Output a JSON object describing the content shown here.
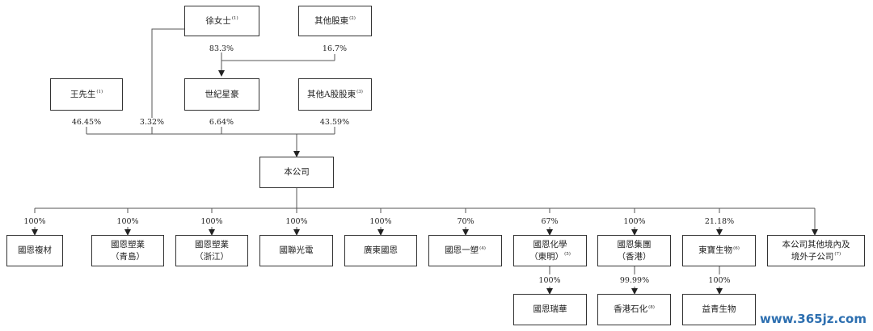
{
  "nodes": {
    "xu": {
      "label": "徐女士",
      "note": "(1)"
    },
    "other_sh": {
      "label": "其他股東",
      "note": "(2)"
    },
    "wang": {
      "label": "王先生",
      "note": "(1)"
    },
    "shiji": {
      "label": "世紀星豪",
      "note": ""
    },
    "other_a": {
      "label": "其他A股股東",
      "note": "(3)"
    },
    "company": {
      "label": "本公司",
      "note": ""
    },
    "s1": {
      "label": "國恩複材",
      "note": ""
    },
    "s2": {
      "label": "國恩塑業",
      "label2": "（青島）",
      "note": ""
    },
    "s3": {
      "label": "國恩塑業",
      "label2": "（浙江）",
      "note": ""
    },
    "s4": {
      "label": "國聯光電",
      "note": ""
    },
    "s5": {
      "label": "廣東國恩",
      "note": ""
    },
    "s6": {
      "label": "國恩一塑",
      "note": "(4)"
    },
    "s7": {
      "label": "國恩化學",
      "label2": "（東明）",
      "note": "(5)"
    },
    "s8": {
      "label": "國恩集團",
      "label2": "（香港）",
      "note": ""
    },
    "s9": {
      "label": "東寶生物",
      "note": "(6)"
    },
    "s10": {
      "label": "本公司其他境內及",
      "label2": "境外子公司",
      "note": "(7)"
    },
    "g1": {
      "label": "國恩瑞華",
      "note": ""
    },
    "g2": {
      "label": "香港石化",
      "note": "(8)"
    },
    "g3": {
      "label": "益青生物",
      "note": ""
    }
  },
  "percentages": {
    "xu_shiji": "83.3%",
    "other_shiji": "16.7%",
    "wang_co": "46.45%",
    "xu_co": "3.32%",
    "shiji_co": "6.64%",
    "othera_co": "43.59%",
    "s1": "100%",
    "s2": "100%",
    "s3": "100%",
    "s4": "100%",
    "s5": "100%",
    "s6": "70%",
    "s7": "67%",
    "s8": "100%",
    "s9": "21.18%",
    "g1": "100%",
    "g2": "99.99%",
    "g3": "100%"
  },
  "watermark": "www.365jz.com"
}
